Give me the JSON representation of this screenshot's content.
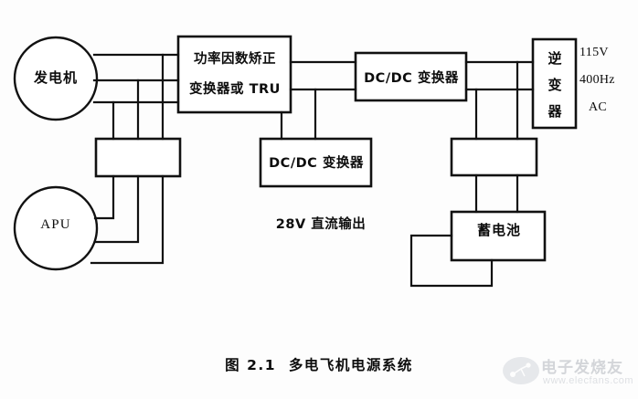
{
  "figure": {
    "caption": "图 2.1  多电飞机电源系统",
    "background_color": "#fdfdfd",
    "line_color": "#111111"
  },
  "blocks": {
    "generator": {
      "label": "发电机",
      "shape": "circle"
    },
    "apu": {
      "label": "APU",
      "shape": "circle"
    },
    "pfc_converter": {
      "line1": "功率因数矫正",
      "line2": "变换器或 TRU",
      "shape": "rect"
    },
    "dcdc_top": {
      "label": "DC/DC 变换器",
      "shape": "rect"
    },
    "dcdc_mid": {
      "label": "DC/DC 变换器",
      "shape": "rect"
    },
    "inverter": {
      "label": "逆变器",
      "shape": "rect-vertical"
    },
    "battery": {
      "label": "蓄电池",
      "shape": "rect"
    },
    "ac_bus": {
      "label": "",
      "shape": "rect"
    },
    "dc_bus": {
      "label": "",
      "shape": "rect"
    }
  },
  "annotations": {
    "dc_output": "28V 直流输出",
    "ac_output_voltage": "115V",
    "ac_output_frequency": "400Hz",
    "ac_output_type": "AC"
  },
  "watermark": {
    "brand": "电子发烧友",
    "url": "www.elecfans.com"
  }
}
